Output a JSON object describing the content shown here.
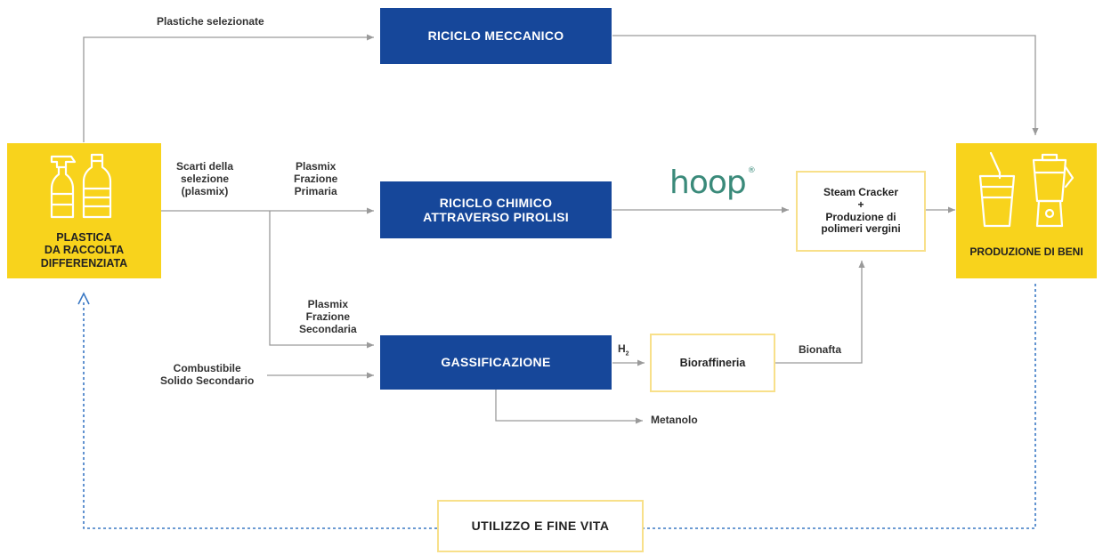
{
  "colors": {
    "blue": "#16479a",
    "yellow": "#f8d31c",
    "yellow_outline": "#f8e08a",
    "connector_gray": "#9a9a9a",
    "dashed_blue": "#3a78c4",
    "hoop_green": "#3a8a7a"
  },
  "nodes": {
    "plastica": "PLASTICA\nDA RACCOLTA\nDIFFERENZIATA",
    "riciclo_meccanico": "RICICLO MECCANICO",
    "riciclo_chimico": "RICICLO CHIMICO\nATTRAVERSO PIROLISI",
    "gassificazione": "GASSIFICAZIONE",
    "bioraffineria": "Bioraffineria",
    "steam_cracker": "Steam Cracker\n+\nProduzione di\npolimeri vergini",
    "produzione_beni": "PRODUZIONE DI BENI",
    "utilizzo": "UTILIZZO E FINE VITA"
  },
  "labels": {
    "plastiche_selezionate": "Plastiche selezionate",
    "scarti": "Scarti della\nselezione\n(plasmix)",
    "plasmix_primaria": "Plasmix\nFrazione\nPrimaria",
    "plasmix_secondaria": "Plasmix\nFrazione\nSecondaria",
    "combustibile": "Combustibile\nSolido Secondario",
    "h2": "H",
    "h2_sub": "2",
    "bionafta": "Bionafta",
    "metanolo": "Metanolo"
  },
  "brand": {
    "hoop": "hoop"
  },
  "icons": {
    "left": [
      "spray-bottle-icon",
      "plastic-bottle-icon"
    ],
    "right": [
      "drink-cup-icon",
      "blender-icon"
    ]
  }
}
